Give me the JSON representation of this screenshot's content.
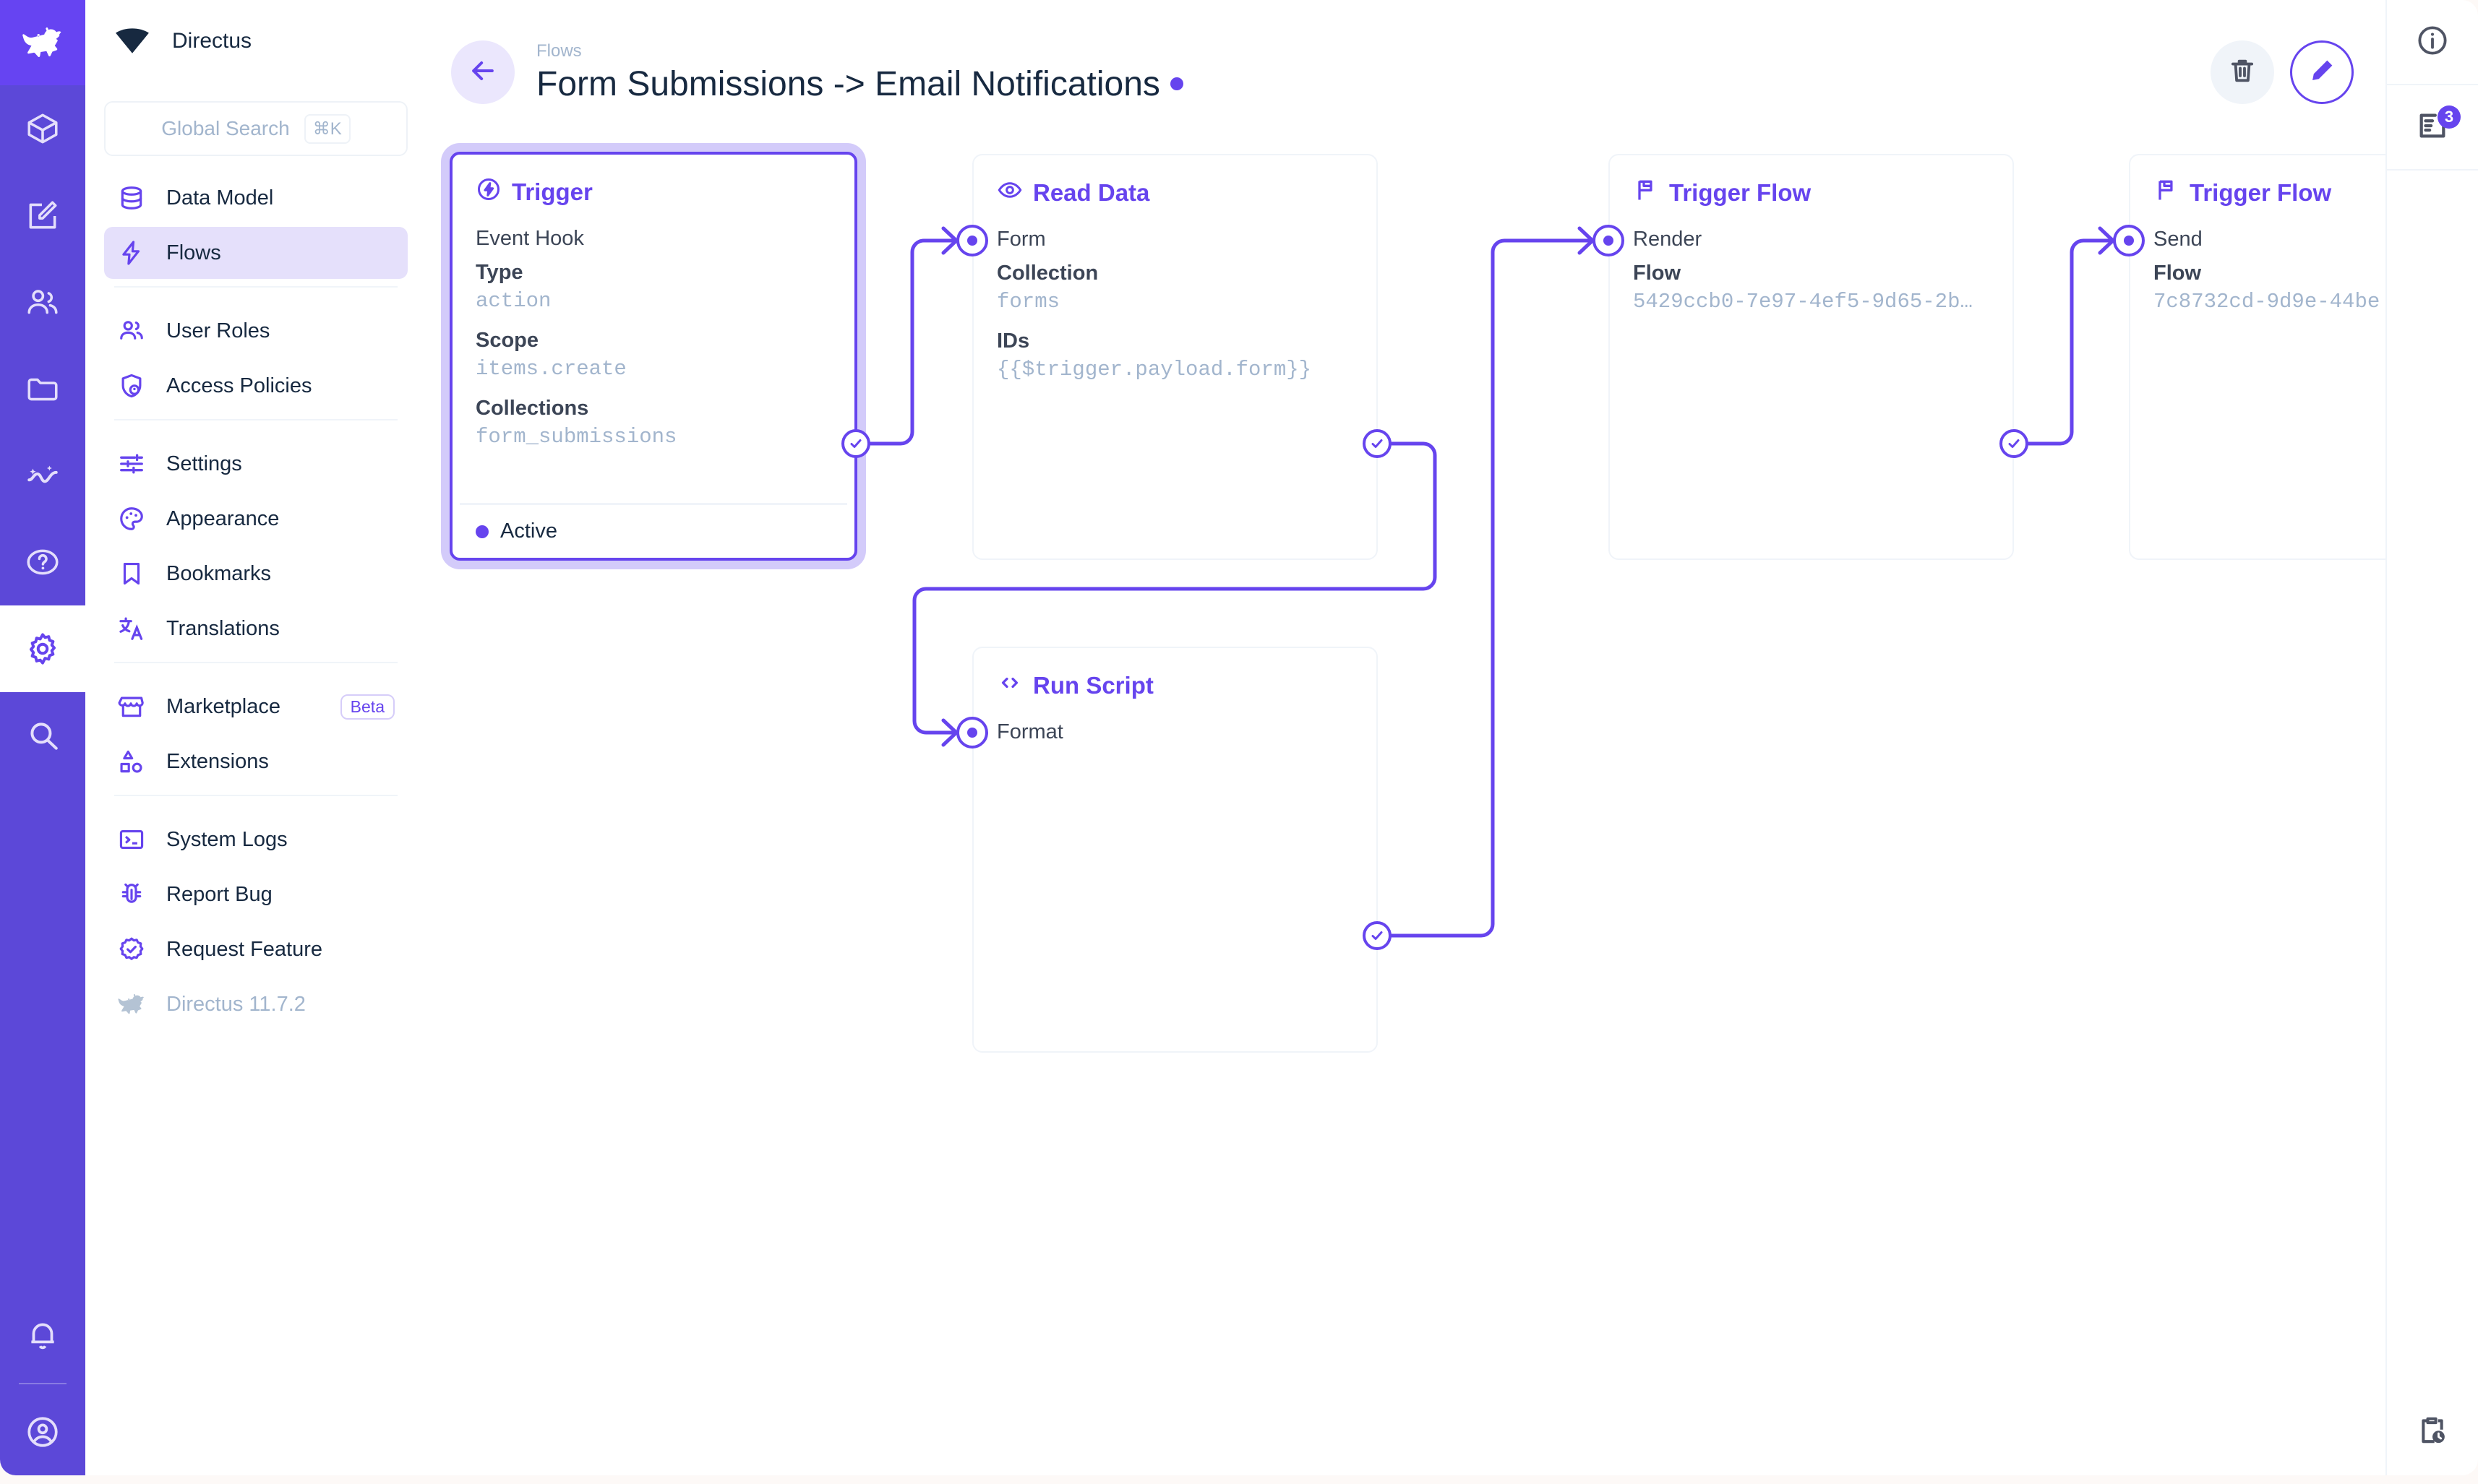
{
  "app": {
    "brand": "Directus",
    "version_label": "Directus 11.7.2"
  },
  "rail": {
    "items": [
      {
        "name": "logo",
        "icon": "directus-rabbit-icon"
      },
      {
        "name": "content",
        "icon": "box-icon"
      },
      {
        "name": "editor",
        "icon": "edit-square-icon"
      },
      {
        "name": "users",
        "icon": "people-icon"
      },
      {
        "name": "files",
        "icon": "folder-icon"
      },
      {
        "name": "insights",
        "icon": "analytics-icon"
      },
      {
        "name": "docs",
        "icon": "help-circle-icon"
      },
      {
        "name": "settings",
        "icon": "gear-icon",
        "active": true
      },
      {
        "name": "search",
        "icon": "magnifier-icon"
      }
    ],
    "bottom": [
      {
        "name": "notifications",
        "icon": "bell-icon"
      },
      {
        "name": "account",
        "icon": "account-circle-icon"
      }
    ]
  },
  "search": {
    "placeholder": "Global Search",
    "shortcut": "⌘K"
  },
  "sidebar": {
    "groups": [
      {
        "items": [
          {
            "label": "Data Model",
            "icon": "database-icon",
            "active": false
          },
          {
            "label": "Flows",
            "icon": "bolt-icon",
            "active": true
          }
        ]
      },
      {
        "items": [
          {
            "label": "User Roles",
            "icon": "people-icon",
            "active": false
          },
          {
            "label": "Access Policies",
            "icon": "shield-user-icon",
            "active": false
          }
        ]
      },
      {
        "items": [
          {
            "label": "Settings",
            "icon": "sliders-icon",
            "active": false
          },
          {
            "label": "Appearance",
            "icon": "palette-icon",
            "active": false
          },
          {
            "label": "Bookmarks",
            "icon": "bookmark-icon",
            "active": false
          },
          {
            "label": "Translations",
            "icon": "translate-icon",
            "active": false
          }
        ]
      },
      {
        "items": [
          {
            "label": "Marketplace",
            "icon": "storefront-icon",
            "badge": "Beta",
            "active": false
          },
          {
            "label": "Extensions",
            "icon": "shapes-icon",
            "active": false
          }
        ]
      },
      {
        "items": [
          {
            "label": "System Logs",
            "icon": "terminal-icon",
            "active": false
          },
          {
            "label": "Report Bug",
            "icon": "bug-icon",
            "active": false
          },
          {
            "label": "Request Feature",
            "icon": "verified-icon",
            "active": false
          },
          {
            "label": "Directus 11.7.2",
            "icon": "directus-rabbit-icon",
            "muted": true
          }
        ]
      }
    ]
  },
  "header": {
    "breadcrumb": "Flows",
    "title": "Form Submissions -> Email Notifications",
    "status_dot_color": "#6644ee",
    "back_icon": "arrow-left-icon",
    "delete_icon": "trash-icon",
    "edit_icon": "pencil-icon"
  },
  "dock": {
    "info_icon": "info-circle-icon",
    "logs_icon": "logs-icon",
    "logs_badge": "3",
    "history_icon": "clipboard-clock-icon"
  },
  "flow": {
    "nodes": [
      {
        "id": "trigger",
        "kind": "trigger",
        "icon": "bolt-circle-icon",
        "heading": "Trigger",
        "subtitle": "Event Hook",
        "selected": true,
        "fields": [
          {
            "label": "Type",
            "value": "action"
          },
          {
            "label": "Scope",
            "value": "items.create"
          },
          {
            "label": "Collections",
            "value": "form_submissions"
          }
        ],
        "footer": "Active"
      },
      {
        "id": "read-data",
        "kind": "operation",
        "icon": "eye-icon",
        "heading": "Read Data",
        "subtitle": "Form",
        "selected": false,
        "fields": [
          {
            "label": "Collection",
            "value": "forms"
          },
          {
            "label": "IDs",
            "value": "{{$trigger.payload.form}}"
          }
        ]
      },
      {
        "id": "run-script",
        "kind": "operation",
        "icon": "code-icon",
        "heading": "Run Script",
        "subtitle": "Format",
        "selected": false,
        "fields": []
      },
      {
        "id": "trigger-flow-render",
        "kind": "operation",
        "icon": "flag-icon",
        "heading": "Trigger Flow",
        "subtitle": "Render",
        "selected": false,
        "fields": [
          {
            "label": "Flow",
            "value": "5429ccb0-7e97-4ef5-9d65-2b…"
          }
        ]
      },
      {
        "id": "trigger-flow-send",
        "kind": "operation",
        "icon": "flag-icon",
        "heading": "Trigger Flow",
        "subtitle": "Send",
        "selected": false,
        "fields": [
          {
            "label": "Flow",
            "value": "7c8732cd-9d9e-44be"
          }
        ]
      }
    ],
    "edges": [
      {
        "from": "trigger",
        "to": "read-data"
      },
      {
        "from": "read-data",
        "to": "run-script"
      },
      {
        "from": "run-script",
        "to": "trigger-flow-render"
      },
      {
        "from": "trigger-flow-render",
        "to": "trigger-flow-send"
      }
    ]
  },
  "colors": {
    "accent": "#6644ee",
    "accent_soft": "#e5e0fb",
    "text": "#172940",
    "muted": "#a2b5cd",
    "border": "#f0f4f9"
  }
}
